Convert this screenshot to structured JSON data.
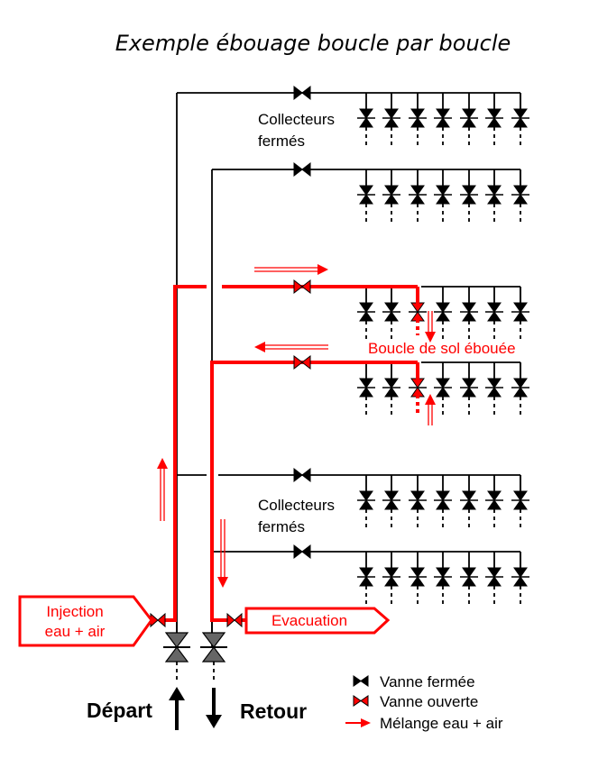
{
  "title": "Exemple ébouage boucle par boucle",
  "labels": {
    "closed_collectors_1": [
      "Collecteurs",
      "fermés"
    ],
    "closed_collectors_2": [
      "Collecteurs",
      "fermés"
    ],
    "loop": "Boucle de sol ébouée",
    "injection": [
      "Injection",
      "eau + air"
    ],
    "evacuation": "Evacuation",
    "depart": "Départ",
    "retour": "Retour"
  },
  "legend": {
    "closed": "Vanne fermée",
    "open": "Vanne ouverte",
    "mix": "Mélange eau + air"
  },
  "colors": {
    "flow": "#ff0000",
    "pipe": "#000000",
    "valve_body": "#555555"
  },
  "icons": {
    "closed_valve": "bowtie-valve-black",
    "open_valve": "bowtie-valve-red",
    "flow_arrow": "double-line-arrow-red",
    "main_valve": "gate-valve-grey"
  }
}
